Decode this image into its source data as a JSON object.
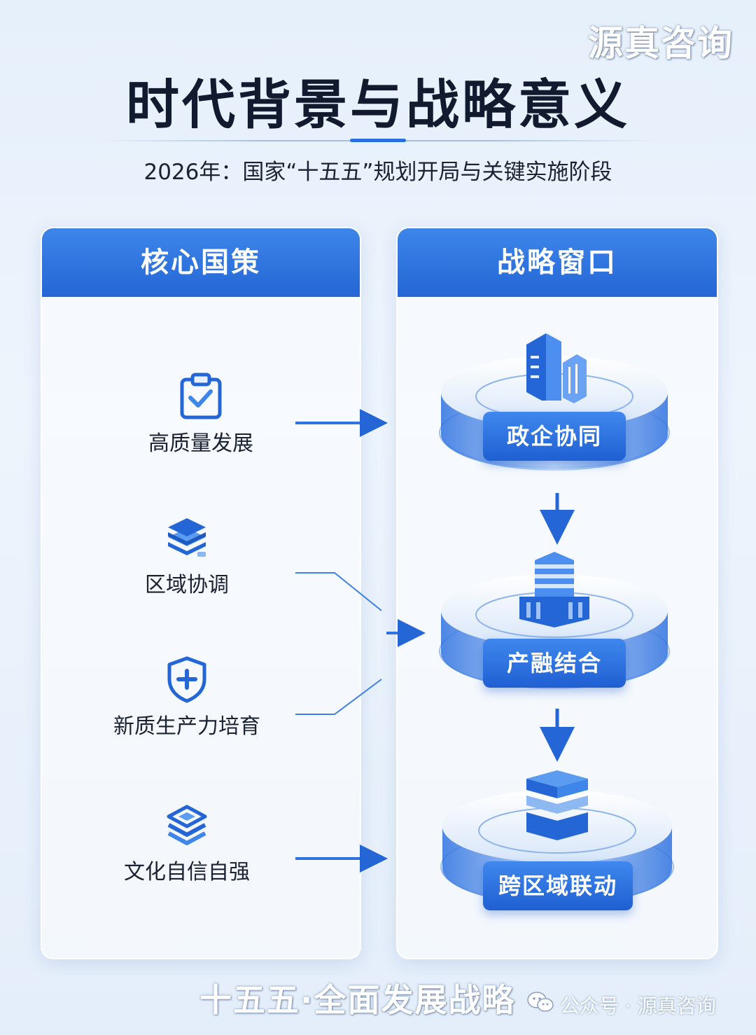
{
  "watermark": "源真咨询",
  "title": "时代背景与战略意义",
  "subtitle": "2026年：国家“十五五”规划开局与关键实施阶段",
  "left_panel": {
    "header": "核心国策",
    "items": [
      {
        "label": "高质量发展",
        "icon": "clipboard-check-icon"
      },
      {
        "label": "区域协调",
        "icon": "layers-icon"
      },
      {
        "label": "新质生产力培育",
        "icon": "shield-plus-icon"
      },
      {
        "label": "文化自信自强",
        "icon": "stacked-diamond-icon"
      }
    ]
  },
  "right_panel": {
    "header": "战略窗口",
    "items": [
      {
        "label": "政企协同",
        "icon": "office-buildings-icon"
      },
      {
        "label": "产融结合",
        "icon": "finance-building-icon"
      },
      {
        "label": "跨区域联动",
        "icon": "stacked-blocks-icon"
      }
    ]
  },
  "footer": {
    "slogan": "十五五·全面发展战略",
    "account": "公众号 · 源真咨询"
  },
  "colors": {
    "accent": "#2466d6",
    "accent_light": "#3e86ea",
    "title_text": "#111a2e"
  }
}
